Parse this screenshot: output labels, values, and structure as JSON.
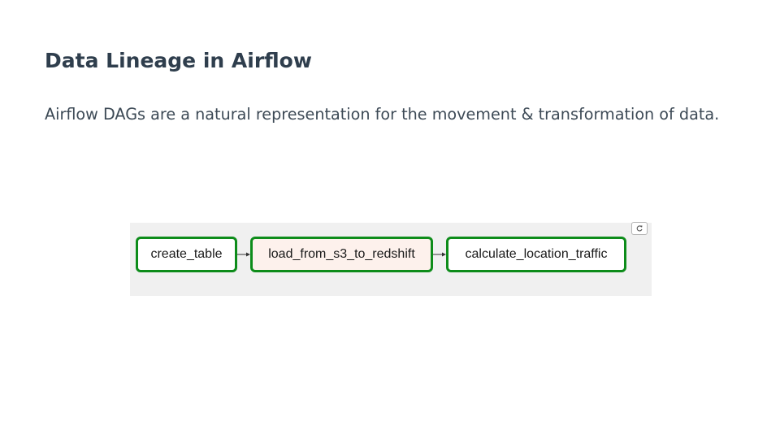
{
  "slide": {
    "title": "Data Lineage in Airflow",
    "subtitle": "Airflow DAGs are a natural representation for the movement & transformation of data."
  },
  "dag": {
    "tasks": [
      {
        "id": "create_table",
        "label": "create_table",
        "border_color": "#0d8c1a",
        "fill": "#ffffff"
      },
      {
        "id": "load_from_s3_to_redshift",
        "label": "load_from_s3_to_redshift",
        "border_color": "#0d8c1a",
        "fill": "#fdf1ec"
      },
      {
        "id": "calculate_location_traffic",
        "label": "calculate_location_traffic",
        "border_color": "#0d8c1a",
        "fill": "#ffffff"
      }
    ],
    "edges": [
      {
        "from": "create_table",
        "to": "load_from_s3_to_redshift"
      },
      {
        "from": "load_from_s3_to_redshift",
        "to": "calculate_location_traffic"
      }
    ],
    "panel_background": "#f0f0f0",
    "refresh_icon": "refresh-icon"
  }
}
